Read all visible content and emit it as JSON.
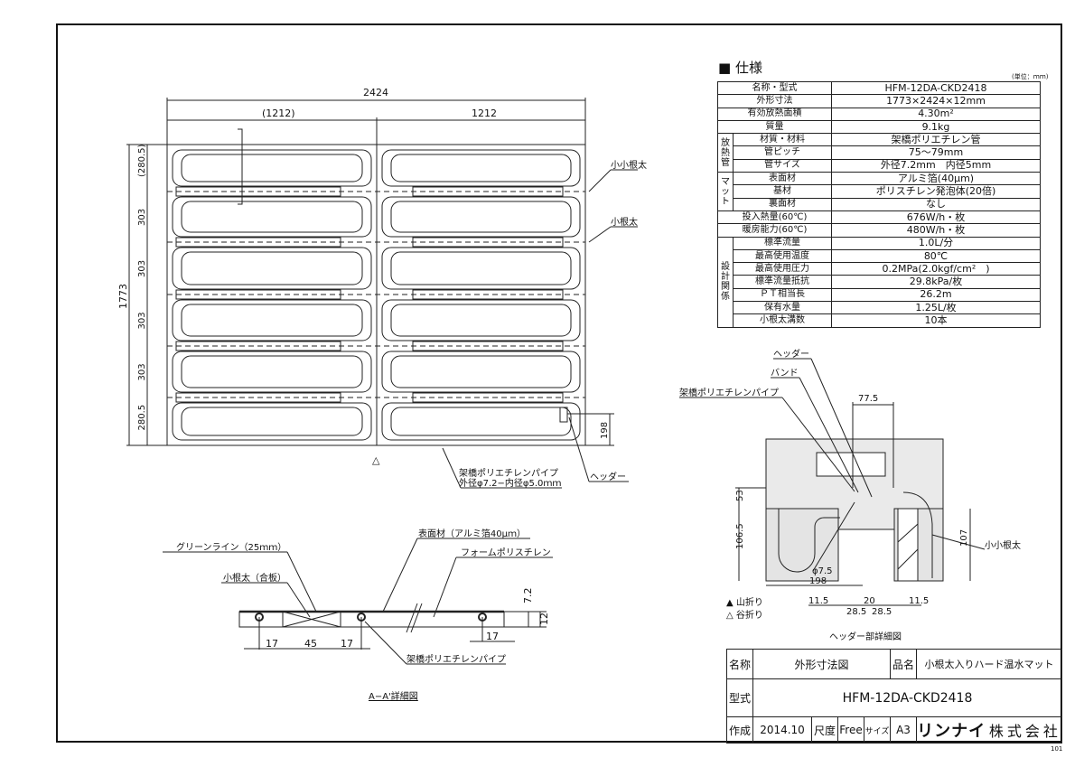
{
  "drawing": {
    "main_view": {
      "dim_total_width": "2424",
      "dim_left_half": "(1212)",
      "dim_right_half": "1212",
      "dim_total_height": "1773",
      "dim_rows": [
        "(280.5)",
        "303",
        "303",
        "303",
        "303",
        "280.5"
      ],
      "dim_header_offset": "198",
      "label_small_small_joist": "小小根太",
      "label_small_joist": "小根太",
      "label_pipe_line1": "架橋ポリエチレンパイプ",
      "label_pipe_line2": "外径φ7.2−内径φ5.0ｍｍ",
      "label_header": "ヘッダー",
      "fold_mark": "△"
    },
    "section_view": {
      "caption": "A−A'詳細図",
      "label_green_line": "グリーンライン（25ｍｍ）",
      "label_joist_plywood": "小根太（合板）",
      "label_surface": "表面材（アルミ箔40μｍ）",
      "label_foam": "フォームポリスチレン",
      "label_pipe": "架橋ポリエチレンパイプ",
      "dims": [
        "17",
        "45",
        "17",
        "17"
      ],
      "dim_pipe_depth": "7.2",
      "dim_thickness": "12"
    },
    "header_detail": {
      "caption": "ヘッダー部詳細図",
      "label_header": "ヘッダー",
      "label_band": "バンド",
      "label_pipe": "架橋ポリエチレンパイプ",
      "label_small_small_joist": "小小根太",
      "dim_top": "77.5",
      "dim_53": "53",
      "dim_106_5": "106.5",
      "dim_107": "107",
      "dim_phi": "φ7.5",
      "dim_198": "198",
      "dim_11_5_left": "11.5",
      "dim_11_5_right": "11.5",
      "dim_20": "20",
      "dim_28_5_left": "28.5",
      "dim_28_5_right": "28.5",
      "legend_mountain": "▲ 山折り",
      "legend_valley": "△ 谷折り"
    }
  },
  "spec": {
    "title": "仕様",
    "unit": "(単位：ｍｍ)",
    "rows": [
      {
        "label": "名称・型式",
        "value": "HFM-12DA-CKD2418"
      },
      {
        "label": "外形寸法",
        "value": "1773×2424×12mm"
      },
      {
        "label": "有効放熱面積",
        "value": "4.30m²"
      },
      {
        "label": "質量",
        "value": "9.1kg"
      }
    ],
    "group_pipe": {
      "label": "放熱管",
      "rows": [
        {
          "label": "材質・材料",
          "value": "架橋ポリエチレン管"
        },
        {
          "label": "管ピッチ",
          "value": "75〜79mm"
        },
        {
          "label": "管サイズ",
          "value": "外径7.2mm　内径5mm"
        }
      ]
    },
    "group_mat": {
      "label": "マット",
      "rows": [
        {
          "label": "表面材",
          "value": "アルミ箔(40μm)"
        },
        {
          "label": "基材",
          "value": "ポリスチレン発泡体(20倍)"
        },
        {
          "label": "裏面材",
          "value": "なし"
        }
      ]
    },
    "rows2": [
      {
        "label": "投入熱量(60℃)",
        "value": "676W/h・枚"
      },
      {
        "label": "暖房能力(60℃)",
        "value": "480W/h・枚"
      }
    ],
    "group_design": {
      "label": "設計関係",
      "rows": [
        {
          "label": "標準流量",
          "value": "1.0L/分"
        },
        {
          "label": "最高使用温度",
          "value": "80℃"
        },
        {
          "label": "最高使用圧力",
          "value": "0.2MPa(2.0kgf/cm²　)"
        },
        {
          "label": "標準流量抵抗",
          "value": "29.8kPa/枚"
        },
        {
          "label": "ＰＴ相当長",
          "value": "26.2m"
        },
        {
          "label": "保有水量",
          "value": "1.25L/枚"
        },
        {
          "label": "小根太溝数",
          "value": "10本"
        }
      ]
    }
  },
  "title_block": {
    "name_label": "名称",
    "name_value": "外形寸法図",
    "product_label": "品名",
    "product_value": "小根太入りハード温水マット",
    "model_label": "型式",
    "model_value": "HFM-12DA-CKD2418",
    "created_label": "作成",
    "created_value": "2014.10",
    "scale_label": "尺度",
    "scale_value": "Free",
    "size_label": "サイズ",
    "size_value": "A3",
    "brand": "リンナイ",
    "company": "株式会社"
  },
  "sheet_number": "101"
}
